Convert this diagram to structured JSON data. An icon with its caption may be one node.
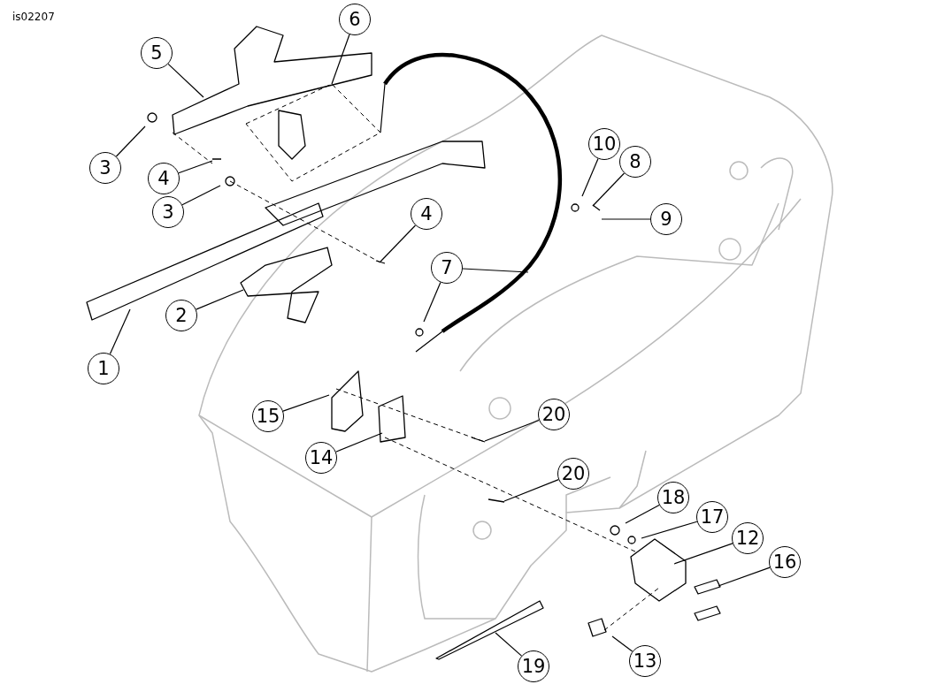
{
  "diagram": {
    "nodes": [
      {
        "text": [
          "6"
        ]
      },
      {
        "text": [
          "5"
        ]
      },
      {
        "text": [
          "10"
        ]
      },
      {
        "text": [
          "8"
        ]
      },
      {
        "text": [
          "3"
        ]
      },
      {
        "text": [
          "4"
        ]
      },
      {
        "text": [
          "3"
        ]
      },
      {
        "text": [
          "4"
        ]
      },
      {
        "text": [
          "9"
        ]
      },
      {
        "text": [
          "7"
        ]
      },
      {
        "text": [
          "2"
        ]
      },
      {
        "text": [
          "1"
        ]
      },
      {
        "text": [
          "20"
        ]
      },
      {
        "text": [
          "15"
        ]
      },
      {
        "text": [
          "14"
        ]
      },
      {
        "text": [
          "20"
        ]
      },
      {
        "text": [
          "18"
        ]
      },
      {
        "text": [
          "17"
        ]
      },
      {
        "text": [
          "12"
        ]
      },
      {
        "text": [
          "16"
        ]
      },
      {
        "text": [
          "13"
        ]
      },
      {
        "text": [
          "19"
        ]
      }
    ],
    "edges": [
      {
        "from": 0,
        "to": null,
        "arrow": "none"
      },
      {
        "from": 1,
        "to": null,
        "arrow": "none"
      },
      {
        "from": 2,
        "to": null,
        "arrow": "none"
      },
      {
        "from": 3,
        "to": null,
        "arrow": "none"
      },
      {
        "from": 4,
        "to": null,
        "arrow": "none"
      },
      {
        "from": 5,
        "to": null,
        "arrow": "none"
      },
      {
        "from": 6,
        "to": null,
        "arrow": "none"
      },
      {
        "from": 7,
        "to": null,
        "arrow": "none"
      },
      {
        "from": 8,
        "to": null,
        "arrow": "none"
      },
      {
        "from": 9,
        "to": null,
        "arrow": "none"
      },
      {
        "from": 9,
        "to": null,
        "arrow": "none"
      },
      {
        "from": 10,
        "to": null,
        "arrow": "none"
      },
      {
        "from": 11,
        "to": null,
        "arrow": "none"
      },
      {
        "from": 12,
        "to": null,
        "arrow": "none"
      },
      {
        "from": 13,
        "to": null,
        "arrow": "none"
      },
      {
        "from": 14,
        "to": null,
        "arrow": "none"
      },
      {
        "from": 15,
        "to": null,
        "arrow": "none"
      },
      {
        "from": 16,
        "to": null,
        "arrow": "none"
      },
      {
        "from": 17,
        "to": null,
        "arrow": "none"
      },
      {
        "from": 18,
        "to": null,
        "arrow": "none"
      },
      {
        "from": 19,
        "to": null,
        "arrow": "none"
      },
      {
        "from": 20,
        "to": null,
        "arrow": "none"
      },
      {
        "from": 21,
        "to": null,
        "arrow": "none"
      }
    ],
    "labels": [
      "is02207"
    ]
  }
}
